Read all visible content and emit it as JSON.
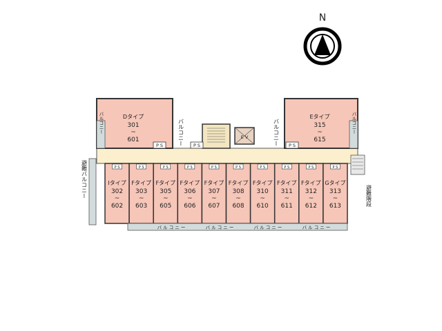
{
  "compass": {
    "letter": "N"
  },
  "units_top": [
    {
      "type": "Dタイプ",
      "from": "301",
      "tilde": "~",
      "to": "601"
    },
    {
      "type": "Eタイプ",
      "from": "315",
      "tilde": "~",
      "to": "615"
    }
  ],
  "units_bottom": [
    {
      "type": "Iタイプ",
      "from": "302",
      "tilde": "~",
      "to": "602"
    },
    {
      "type": "Fタイプ",
      "from": "303",
      "tilde": "~",
      "to": "603"
    },
    {
      "type": "Fタイプ",
      "from": "305",
      "tilde": "~",
      "to": "605"
    },
    {
      "type": "Fタイプ",
      "from": "306",
      "tilde": "~",
      "to": "606"
    },
    {
      "type": "Fタイプ",
      "from": "307",
      "tilde": "~",
      "to": "607"
    },
    {
      "type": "Fタイプ",
      "from": "308",
      "tilde": "~",
      "to": "608"
    },
    {
      "type": "Fタイプ",
      "from": "310",
      "tilde": "~",
      "to": "610"
    },
    {
      "type": "Fタイプ",
      "from": "311",
      "tilde": "~",
      "to": "611"
    },
    {
      "type": "Fタイプ",
      "from": "312",
      "tilde": "~",
      "to": "612"
    },
    {
      "type": "Gタイプ",
      "from": "313",
      "tilde": "~",
      "to": "613"
    }
  ],
  "labels": {
    "ps": "P S",
    "ev": "E V",
    "balcony": "バルコニー",
    "balcony_spaced": "バ ル コ ニ ー",
    "evac_balcony": "避難バルコニー",
    "evac_stairs": "避難階段"
  },
  "colors": {
    "unit": "#f6c6b8",
    "corridor": "#fbefcd",
    "balcony": "#d3dcdc",
    "wall": "#333333"
  }
}
